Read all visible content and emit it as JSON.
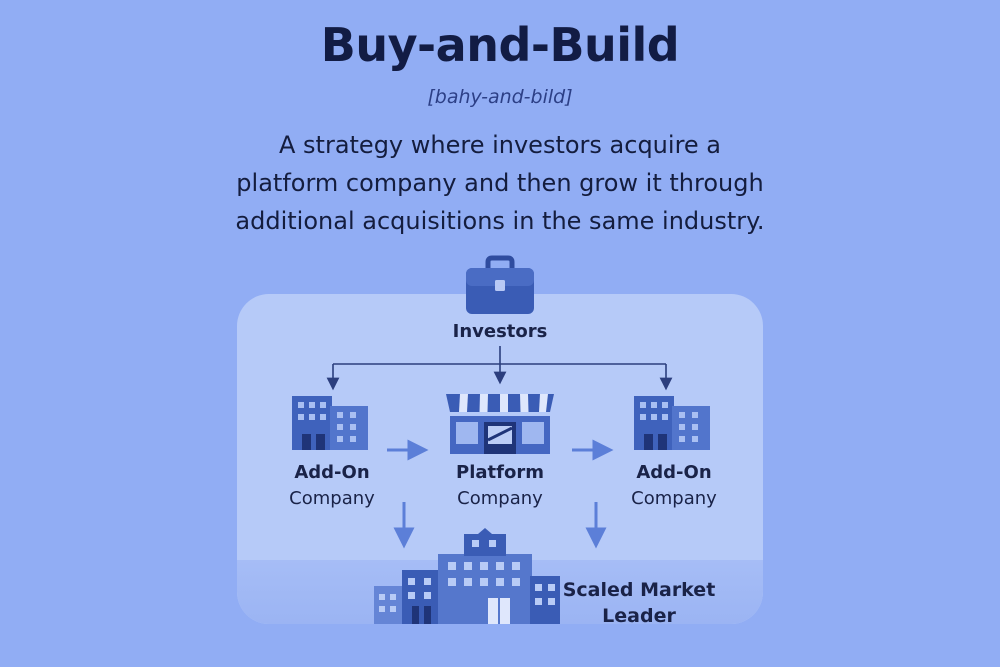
{
  "title": "Buy-and-Build",
  "pronunciation": "[bahy-and-bild]",
  "definition_lines": [
    "A strategy where investors acquire a",
    "platform company and then grow it through",
    "additional acquisitions in the same industry."
  ],
  "nodes": {
    "investors": {
      "label": "Investors",
      "icon": "briefcase-icon"
    },
    "addon_left": {
      "label_line1": "Add-On",
      "label_line2": "Company",
      "icon": "office-building-icon"
    },
    "platform": {
      "label_line1": "Platform",
      "label_line2": "Company",
      "icon": "storefront-icon"
    },
    "addon_right": {
      "label_line1": "Add-On",
      "label_line2": "Company",
      "icon": "office-building-icon"
    },
    "leader": {
      "label_line1": "Scaled Market",
      "label_line2": "Leader",
      "icon": "city-buildings-icon"
    }
  },
  "colors": {
    "background": "#91adf4",
    "panel": "#b6caf8",
    "icon_dark": "#3a5cb5",
    "icon_light": "#6f8fdc",
    "arrow_dark": "#2b3e7e",
    "arrow_light": "#5c7fd8"
  }
}
